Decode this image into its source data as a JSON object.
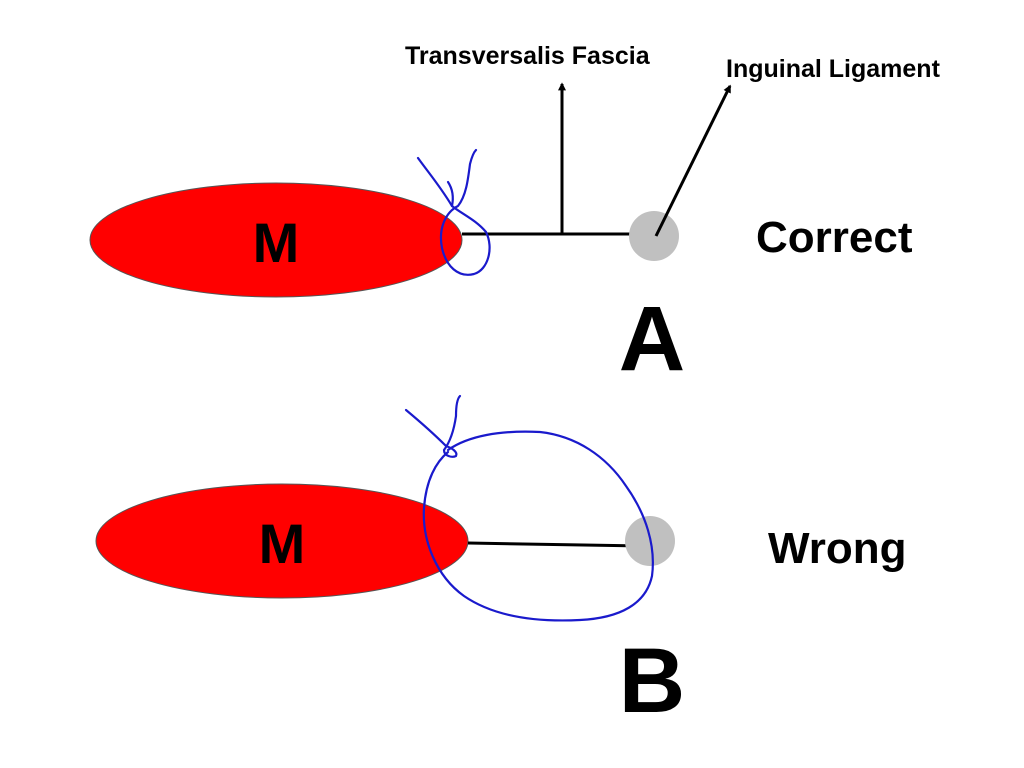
{
  "labels": {
    "transversalis_fascia": "Transversalis Fascia",
    "inguinal_ligament": "Inguinal Ligament"
  },
  "panel_a": {
    "muscle_label": "M",
    "status": "Correct",
    "panel_label": "A"
  },
  "panel_b": {
    "muscle_label": "M",
    "status": "Wrong",
    "panel_label": "B"
  },
  "colors": {
    "muscle": "#ff0000",
    "ligament": "#c0c0c0",
    "suture": "#1a1acc",
    "lines": "#000000"
  }
}
